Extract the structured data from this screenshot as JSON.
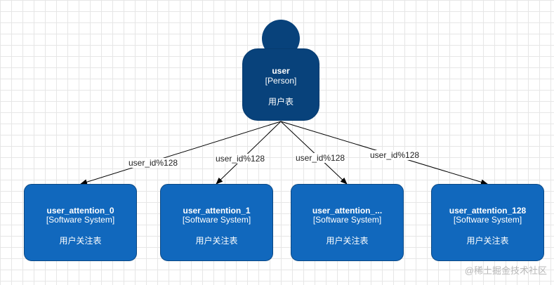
{
  "person": {
    "name": "user",
    "type": "[Person]",
    "description": "用户表"
  },
  "systems": [
    {
      "name": "user_attention_0",
      "type": "[Software System]",
      "description": "用户关注表"
    },
    {
      "name": "user_attention_1",
      "type": "[Software System]",
      "description": "用户关注表"
    },
    {
      "name": "user_attention_...",
      "type": "[Software System]",
      "description": "用户关注表"
    },
    {
      "name": "user_attention_128",
      "type": "[Software System]",
      "description": "用户关注表"
    }
  ],
  "edges": [
    {
      "label": "user_id%128"
    },
    {
      "label": "user_id%128"
    },
    {
      "label": "user_id%128"
    },
    {
      "label": "user_id%128"
    }
  ],
  "watermark": "@稀土掘金技术社区",
  "colors": {
    "person": "#08427b",
    "system": "#1168bd",
    "grid": "#e6e6e6",
    "edge": "#000000"
  }
}
